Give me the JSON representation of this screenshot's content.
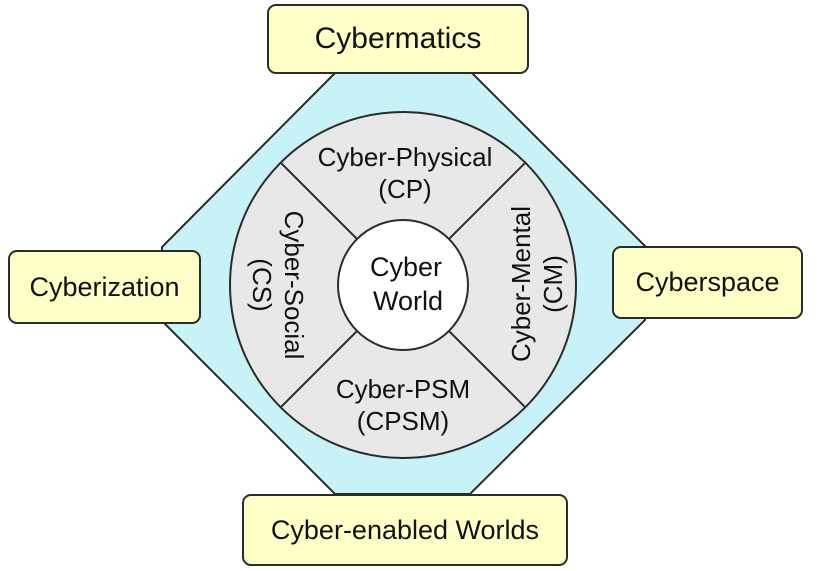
{
  "diagram": {
    "title": "Cyber World",
    "center": {
      "line1": "Cyber",
      "line2": "World"
    },
    "sectors": {
      "top": {
        "line1": "Cyber-Physical",
        "line2": "(CP)"
      },
      "right": {
        "line1": "Cyber-Mental",
        "line2": "(CM)"
      },
      "bottom": {
        "line1": "Cyber-PSM",
        "line2": "(CPSM)"
      },
      "left": {
        "line1": "Cyber-Social",
        "line2": "(CS)"
      }
    },
    "corners": {
      "top": "Cybermatics",
      "left": "Cyberization",
      "right": "Cyberspace",
      "bottom": "Cyber-enabled Worlds"
    },
    "colors": {
      "diamond_fill": "#c8f3f6",
      "ring_fill": "#e8e8e8",
      "center_fill": "#ffffff",
      "box_fill": "#ffffc8",
      "stroke": "#2b2b2b"
    }
  }
}
